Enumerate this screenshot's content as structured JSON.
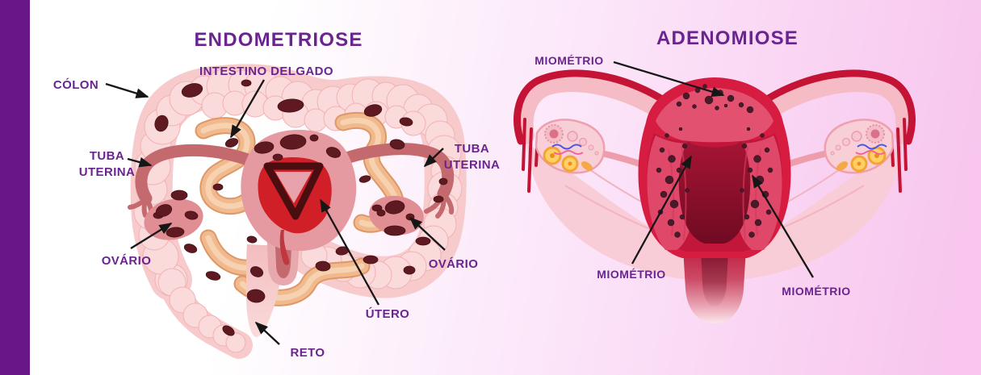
{
  "palette": {
    "bar-purple": "#671787",
    "text-purple": "#6a2490",
    "bg-left": "#ffffff",
    "bg-right": "#f8c6ee",
    "arrow-black": "#161616",
    "lesion-maroon": "#5e1a20",
    "colon-pink": "#f7cbcc",
    "uterus-rose": "#e49aa0",
    "uterus-crimson": "#d61c41",
    "intestine-orange": "#f1b98e"
  },
  "left_panel": {
    "title": "ENDOMETRIOSE",
    "labels": {
      "colon": "CÓLON",
      "small_intestine": "INTESTINO DELGADO",
      "tuba_uterina_left": "TUBA UTERINA",
      "tuba_uterina_right": "TUBA UTERINA",
      "ovary_left": "OVÁRIO",
      "ovary_right": "OVÁRIO",
      "uterus": "ÚTERO",
      "rectum": "RETO"
    }
  },
  "right_panel": {
    "title": "ADENOMIOSE",
    "labels": {
      "myometrium_top": "MIOMÉTRIO",
      "myometrium_bottom_left": "MIOMÉTRIO",
      "myometrium_bottom_right": "MIOMÉTRIO"
    }
  }
}
